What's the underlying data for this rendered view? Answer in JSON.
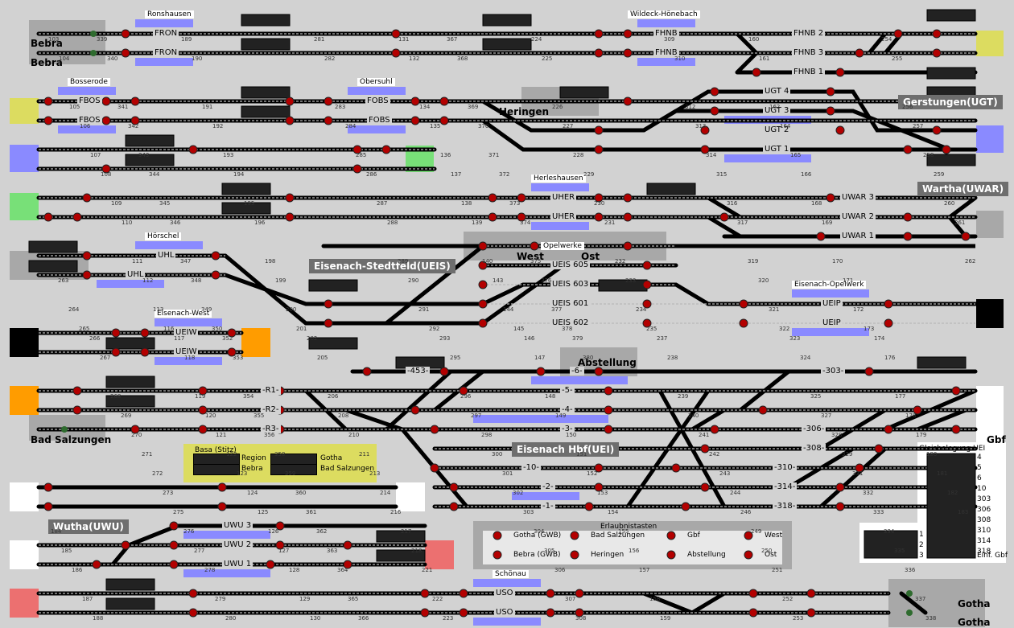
{
  "colors": {
    "bg": "#d2d2d2",
    "track": "#000000",
    "rail": "#b8b8b8",
    "blue": "#8a8aff",
    "green": "#78e078",
    "yellow": "#dcdc60",
    "orange": "#ff9c00",
    "pink": "#ec7070",
    "signal_red": "#b30000"
  },
  "section_titles": {
    "ueis": "Eisenach-Stedtfeld(UEIS)",
    "ugt": "Gerstungen(UGT)",
    "uwar": "Wartha(UWAR)",
    "uei": "Eisenach Hbf(UEI)",
    "uwu": "Wutha(UWU)"
  },
  "station_labels": {
    "bebra1": "Bebra",
    "bebra2": "Bebra",
    "heringen": "Heringen",
    "west": "West",
    "ost": "Ost",
    "abstellung": "Abstellung",
    "bad_salzungen": "Bad Salzungen",
    "gbf": "Gbf",
    "gotha1": "Gotha",
    "gotha2": "Gotha"
  },
  "tags": {
    "ronshausen": "Ronshausen",
    "wildeck": "Wildeck-Hönebach",
    "bosserode": "Bosserode",
    "obersuhl": "Obersuhl",
    "herleshausen": "Herleshausen",
    "opelwerke": "Opelwerke",
    "hoerschel": "Hörschel",
    "eisenach_west": "Eisenach-West",
    "eisenach_opelwerk": "Eisenach-Opelwerk",
    "basa": "Basa (Stitz)",
    "schoenau": "Schönau",
    "erlaubnis": "Erlaubnistasten",
    "gleisbelegung": "Gleisbelegung UEI"
  },
  "track_labels": {
    "fron1": "FRON",
    "fron2": "FRON",
    "fhnb_a": "FHNB",
    "fhnb_b": "FHNB",
    "fhnb2": "FHNB 2",
    "fhnb3": "FHNB 3",
    "fhnb1": "FHNB 1",
    "fbos1": "FBOS",
    "fbos2": "FBOS",
    "fobs1": "FOBS",
    "fobs2": "FOBS",
    "ugt4": "UGT 4",
    "ugt3": "UGT 3",
    "ugt2": "UGT 2",
    "ugt1": "UGT 1",
    "uher1": "UHER",
    "uher2": "UHER",
    "uwar3": "UWAR 3",
    "uwar2": "UWAR 2",
    "uwar1": "UWAR 1",
    "uhl1": "UHL",
    "uhl2": "UHL",
    "ueis605": "UEIS 605",
    "ueis603": "UEIS 603",
    "ueis601": "UEIS 601",
    "ueis602": "UEIS 602",
    "ueiw1": "UEIW",
    "ueiw2": "UEIW",
    "ueip1": "UEIP",
    "ueip2": "UEIP",
    "t453": "-453-",
    "t6": "-6-",
    "t5": "-5-",
    "t4": "-4-",
    "t3": "-3-",
    "t303": "-303-",
    "t306": "-306-",
    "t308": "-308-",
    "t310": "-310-",
    "t314": "-314-",
    "t318": "-318-",
    "t10": "-10-",
    "t2": "-2-",
    "t1": "-1-",
    "r1": "-R1-",
    "r2": "-R2-",
    "r3": "-R3-",
    "uwu3": "UWU 3",
    "uwu2": "UWU 2",
    "uwu1": "UWU 1",
    "uso1": "USO",
    "uso2": "USO"
  },
  "basa": {
    "region": "Region",
    "gotha": "Gotha",
    "bebra": "Bebra",
    "bad_salzungen": "Bad Salzungen"
  },
  "erlaubnistasten": [
    {
      "label": "Gotha (GWB)"
    },
    {
      "label": "Bad Salzungen"
    },
    {
      "label": "Gbf"
    },
    {
      "label": "West"
    },
    {
      "label": "Bebra (GWB)"
    },
    {
      "label": "Heringen"
    },
    {
      "label": "Abstellung"
    },
    {
      "label": "Ost"
    }
  ],
  "gleisbelegung": {
    "rows": [
      "4",
      "5",
      "6",
      "10",
      "303",
      "306",
      "308",
      "310",
      "314",
      "318"
    ],
    "extra_rows": [
      "1",
      "2",
      "3"
    ],
    "extra_label": "Einf. Gbf"
  },
  "signal_numbers": [
    "103",
    "104",
    "105",
    "106",
    "107",
    "108",
    "109",
    "110",
    "111",
    "112",
    "113",
    "116",
    "117",
    "118",
    "119",
    "120",
    "121",
    "122",
    "123",
    "124",
    "125",
    "126",
    "127",
    "128",
    "129",
    "130",
    "131",
    "132",
    "134",
    "135",
    "136",
    "137",
    "138",
    "139",
    "140",
    "143",
    "144",
    "145",
    "146",
    "147",
    "148",
    "149",
    "150",
    "151",
    "152",
    "153",
    "154",
    "155",
    "156",
    "157",
    "158",
    "159",
    "160",
    "161",
    "162",
    "164",
    "165",
    "166",
    "168",
    "169",
    "170",
    "171",
    "172",
    "173",
    "174",
    "176",
    "177",
    "178",
    "179",
    "180",
    "181",
    "182",
    "183",
    "184",
    "185",
    "186",
    "187",
    "188",
    "189",
    "190",
    "191",
    "192",
    "193",
    "194",
    "195",
    "196",
    "198",
    "199",
    "200",
    "201",
    "202",
    "205",
    "206",
    "208",
    "210",
    "211",
    "213",
    "214",
    "216",
    "217",
    "218",
    "221",
    "222",
    "223",
    "224",
    "225",
    "226",
    "227",
    "228",
    "229",
    "230",
    "231",
    "232",
    "233",
    "234",
    "235",
    "237",
    "238",
    "239",
    "240",
    "241",
    "242",
    "243",
    "244",
    "246",
    "249",
    "250",
    "251",
    "252",
    "253",
    "254",
    "255",
    "256",
    "257",
    "258",
    "259",
    "260",
    "261",
    "262",
    "263",
    "264",
    "265",
    "266",
    "267",
    "268",
    "269",
    "270",
    "271",
    "272",
    "273",
    "275",
    "276",
    "277",
    "278",
    "279",
    "280",
    "281",
    "282",
    "283",
    "284",
    "285",
    "286",
    "287",
    "288",
    "289",
    "290",
    "291",
    "292",
    "293",
    "295",
    "296",
    "297",
    "298",
    "300",
    "301",
    "302",
    "303",
    "304",
    "305",
    "306",
    "307",
    "308",
    "309",
    "310",
    "312",
    "313",
    "314",
    "315",
    "316",
    "317",
    "319",
    "320",
    "321",
    "322",
    "323",
    "324",
    "325",
    "327",
    "328",
    "329",
    "331",
    "332",
    "333",
    "334",
    "335",
    "336",
    "337",
    "338",
    "339",
    "340",
    "341",
    "342",
    "343",
    "344",
    "345",
    "346",
    "347",
    "348",
    "349",
    "350",
    "352",
    "353",
    "354",
    "355",
    "356",
    "358",
    "359",
    "360",
    "361",
    "362",
    "363",
    "364",
    "365",
    "366",
    "367",
    "368",
    "369",
    "370",
    "371",
    "372",
    "373",
    "374",
    "375",
    "376",
    "377",
    "378",
    "379",
    "380"
  ]
}
